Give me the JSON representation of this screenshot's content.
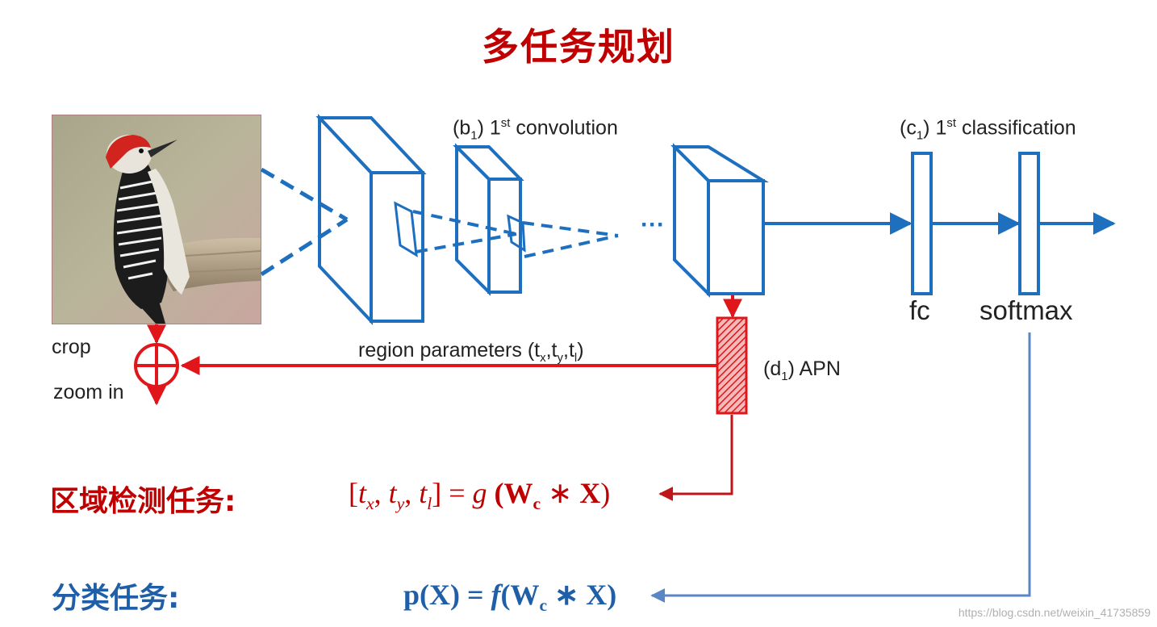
{
  "title": "多任务规划",
  "diagram": {
    "b1_prefix": "(b",
    "b1_sub": "1",
    "b1_close": ") 1",
    "b1_sup": "st",
    "b1_text": " convolution",
    "c1_prefix": "(c",
    "c1_sub": "1",
    "c1_close": ") 1",
    "c1_sup": "st",
    "c1_text": " classification",
    "dots": "···",
    "fc": "fc",
    "softmax": "softmax",
    "crop": "crop",
    "zoom_in": "zoom in",
    "region_prefix": "region parameters (t",
    "region_x": "x",
    "region_mid1": ",t",
    "region_y": "y",
    "region_mid2": ",t",
    "region_l": "l",
    "region_close": ")",
    "d1_prefix": "(d",
    "d1_sub": "1",
    "d1_text": ") APN"
  },
  "equations": {
    "region_task_label": "区域检测任务:",
    "classification_task_label": "分类任务:",
    "region_eq": {
      "lb": "[",
      "t1": "t",
      "s1": "x",
      "c1": ", ",
      "t2": "t",
      "s2": "y",
      "c2": ", ",
      "t3": "t",
      "s3": "l",
      "rb": "] = ",
      "g": "g",
      "open": " (",
      "W": "W",
      "Wsub": "c",
      "star": " ∗ ",
      "X": "X",
      "close": ")"
    },
    "class_eq": {
      "p": "p(X) = ",
      "f": "f",
      "open": "(",
      "W": "W",
      "Wsub": "c",
      "star": " ∗ ",
      "X": "X",
      "close": ")"
    }
  },
  "watermark": "https://blog.csdn.net/weixin_41735859",
  "colors": {
    "title_red": "#c00000",
    "diagram_blue": "#1f6fbf",
    "arrow_red": "#e0161b",
    "feedback_blue": "#5b86c5",
    "label_blue": "#1f5fa8"
  }
}
